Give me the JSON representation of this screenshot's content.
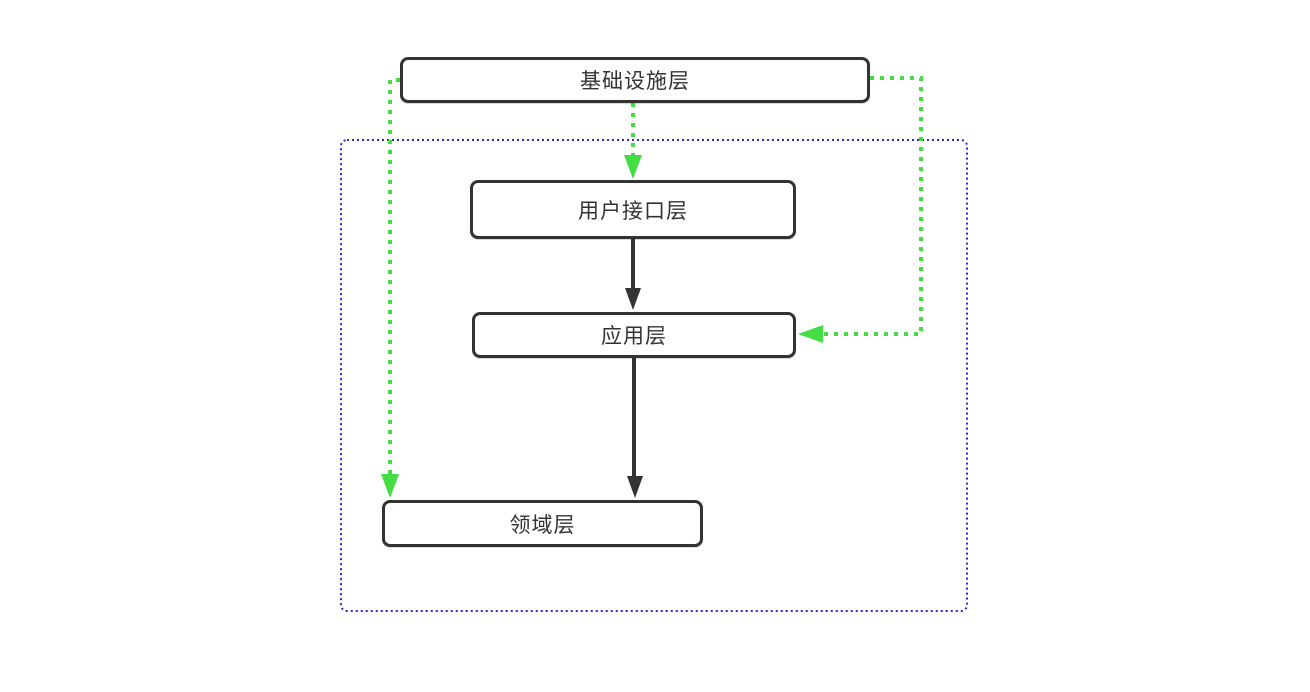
{
  "diagram": {
    "type": "layered-architecture-flowchart",
    "nodes": [
      {
        "id": "infrastructure",
        "label": "基础设施层"
      },
      {
        "id": "user-interface",
        "label": "用户接口层"
      },
      {
        "id": "application",
        "label": "应用层"
      },
      {
        "id": "domain",
        "label": "领域层"
      }
    ],
    "group": {
      "id": "inner-layers-group",
      "style": "blue-dotted-rectangle",
      "contains": [
        "user-interface",
        "application",
        "domain"
      ]
    },
    "edges": [
      {
        "from": "infrastructure",
        "to": "user-interface",
        "style": "green-dotted-arrow"
      },
      {
        "from": "infrastructure",
        "to": "application",
        "style": "green-dotted-arrow"
      },
      {
        "from": "infrastructure",
        "to": "domain",
        "style": "green-dotted-arrow"
      },
      {
        "from": "user-interface",
        "to": "application",
        "style": "black-solid-arrow"
      },
      {
        "from": "application",
        "to": "domain",
        "style": "black-solid-arrow"
      }
    ],
    "colors": {
      "green": "#44dd44",
      "blue": "#2a2ad0",
      "box_border": "#333333",
      "black_edge": "#333333",
      "text": "#333333",
      "background": "#ffffff"
    }
  }
}
